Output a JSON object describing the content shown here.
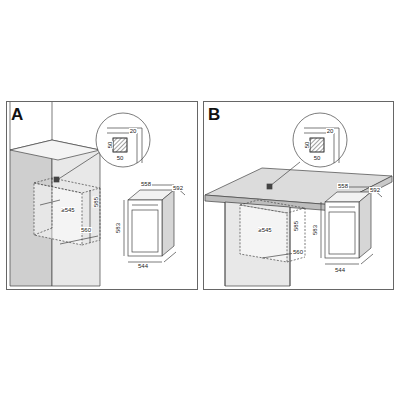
{
  "diagram": {
    "nodes": [
      {
        "text": [
          "A"
        ]
      },
      {
        "text": [
          "B"
        ]
      }
    ],
    "labels": [
      "20",
      "50",
      "50",
      "≥545",
      "585",
      "560",
      "558",
      "592",
      "583",
      "544",
      "20",
      "50",
      "50",
      "≥545",
      "585",
      "560",
      "558",
      "592",
      "583",
      "544"
    ]
  }
}
